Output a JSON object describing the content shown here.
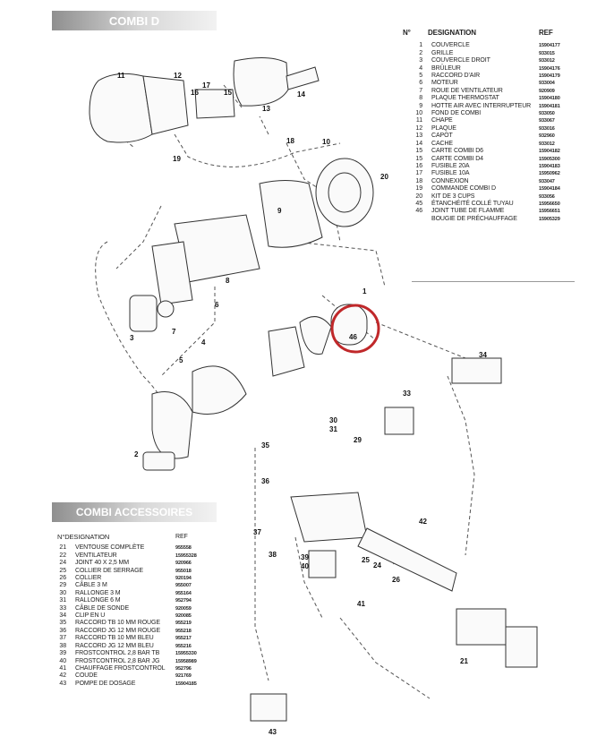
{
  "main_title": "COMBI D",
  "accessories_title": "COMBI ACCESSOIRES",
  "parts_table": {
    "headers": {
      "n": "N°",
      "designation": "DESIGNATION",
      "ref": "REF"
    },
    "rows": [
      {
        "n": "1",
        "designation": "COUVERCLE",
        "ref": "15904177"
      },
      {
        "n": "2",
        "designation": "GRILLE",
        "ref": "933015"
      },
      {
        "n": "3",
        "designation": "COUVERCLE DROIT",
        "ref": "933012"
      },
      {
        "n": "4",
        "designation": "BRÛLEUR",
        "ref": "15904176"
      },
      {
        "n": "5",
        "designation": "RACCORD D'AIR",
        "ref": "15904179"
      },
      {
        "n": "6",
        "designation": "MOTEUR",
        "ref": "933004"
      },
      {
        "n": "7",
        "designation": "ROUE DE VENTILATEUR",
        "ref": "920909"
      },
      {
        "n": "8",
        "designation": "PLAQUE THERMOSTAT",
        "ref": "15904180"
      },
      {
        "n": "9",
        "designation": "HOTTE AIR AVEC INTERRUPTEUR",
        "ref": "15904181"
      },
      {
        "n": "10",
        "designation": "FOND DE COMBI",
        "ref": "933050"
      },
      {
        "n": "11",
        "designation": "CHAPE",
        "ref": "933067"
      },
      {
        "n": "12",
        "designation": "PLAQUE",
        "ref": "933016"
      },
      {
        "n": "13",
        "designation": "CAPOT",
        "ref": "932960"
      },
      {
        "n": "14",
        "designation": "CACHE",
        "ref": "933012"
      },
      {
        "n": "15",
        "designation": "CARTE COMBI D6",
        "ref": "15904182"
      },
      {
        "n": "15",
        "designation": "CARTE COMBI D4",
        "ref": "15905300"
      },
      {
        "n": "16",
        "designation": "FUSIBLE 20A",
        "ref": "15904183"
      },
      {
        "n": "17",
        "designation": "FUSIBLE 10A",
        "ref": "15950962"
      },
      {
        "n": "18",
        "designation": "CONNEXION",
        "ref": "933047"
      },
      {
        "n": "19",
        "designation": "COMMANDE COMBI D",
        "ref": "15904184"
      },
      {
        "n": "20",
        "designation": "KIT DE 3 CUPS",
        "ref": "933056"
      },
      {
        "n": "45",
        "designation": "ÉTANCHÉITÉ COLLÉ TUYAU",
        "ref": "15956650"
      },
      {
        "n": "46",
        "designation": "JOINT TUBE DE FLAMME",
        "ref": "15956651"
      },
      {
        "n": "",
        "designation": "BOUGIE DE PRÉCHAUFFAGE",
        "ref": "15905329"
      }
    ]
  },
  "accessories_table": {
    "headers": {
      "designation": "N°DESIGNATION",
      "ref": "REF"
    },
    "rows": [
      {
        "n": "21",
        "designation": "VENTOUSE COMPLÈTE",
        "ref": "955558"
      },
      {
        "n": "22",
        "designation": "VENTILATEUR",
        "ref": "15955328"
      },
      {
        "n": "24",
        "designation": "JOINT 40 X 2,5 MM",
        "ref": "920966"
      },
      {
        "n": "25",
        "designation": "COLLIER DE SERRAGE",
        "ref": "955018"
      },
      {
        "n": "26",
        "designation": "COLLIER",
        "ref": "920194"
      },
      {
        "n": "29",
        "designation": "CÂBLE 3 M",
        "ref": "955007"
      },
      {
        "n": "30",
        "designation": "RALLONGE 3 M",
        "ref": "955164"
      },
      {
        "n": "31",
        "designation": "RALLONGE 6 M",
        "ref": "952794"
      },
      {
        "n": "33",
        "designation": "CÂBLE DE SONDE",
        "ref": "920059"
      },
      {
        "n": "34",
        "designation": "CLIP EN U",
        "ref": "920085"
      },
      {
        "n": "35",
        "designation": "RACCORD TB 10 MM ROUGE",
        "ref": "955219"
      },
      {
        "n": "36",
        "designation": "RACCORD JG 12 MM ROUGE",
        "ref": "955218"
      },
      {
        "n": "37",
        "designation": "RACCORD TB 10 MM BLEU",
        "ref": "955217"
      },
      {
        "n": "38",
        "designation": "RACCORD JG 12 MM BLEU",
        "ref": "955216"
      },
      {
        "n": "39",
        "designation": "FROSTCONTROL 2,8 BAR TB",
        "ref": "15955330"
      },
      {
        "n": "40",
        "designation": "FROSTCONTROL 2,8 BAR JG",
        "ref": "15958989"
      },
      {
        "n": "41",
        "designation": "CHAUFFAGE FROSTCONTROL",
        "ref": "952796"
      },
      {
        "n": "42",
        "designation": "COUDE",
        "ref": "921769"
      },
      {
        "n": "43",
        "designation": "POMPE DE DOSAGE",
        "ref": "15904185"
      }
    ]
  },
  "callouts": [
    "11",
    "12",
    "16",
    "17",
    "15",
    "13",
    "14",
    "19",
    "18",
    "10",
    "20",
    "9",
    "8",
    "6",
    "1",
    "3",
    "7",
    "5",
    "4",
    "46",
    "2",
    "34",
    "33",
    "30",
    "31",
    "29",
    "35",
    "36",
    "37",
    "38",
    "39",
    "40",
    "25",
    "24",
    "26",
    "42",
    "41",
    "21",
    "43"
  ],
  "highlight_color": "#c0282a"
}
